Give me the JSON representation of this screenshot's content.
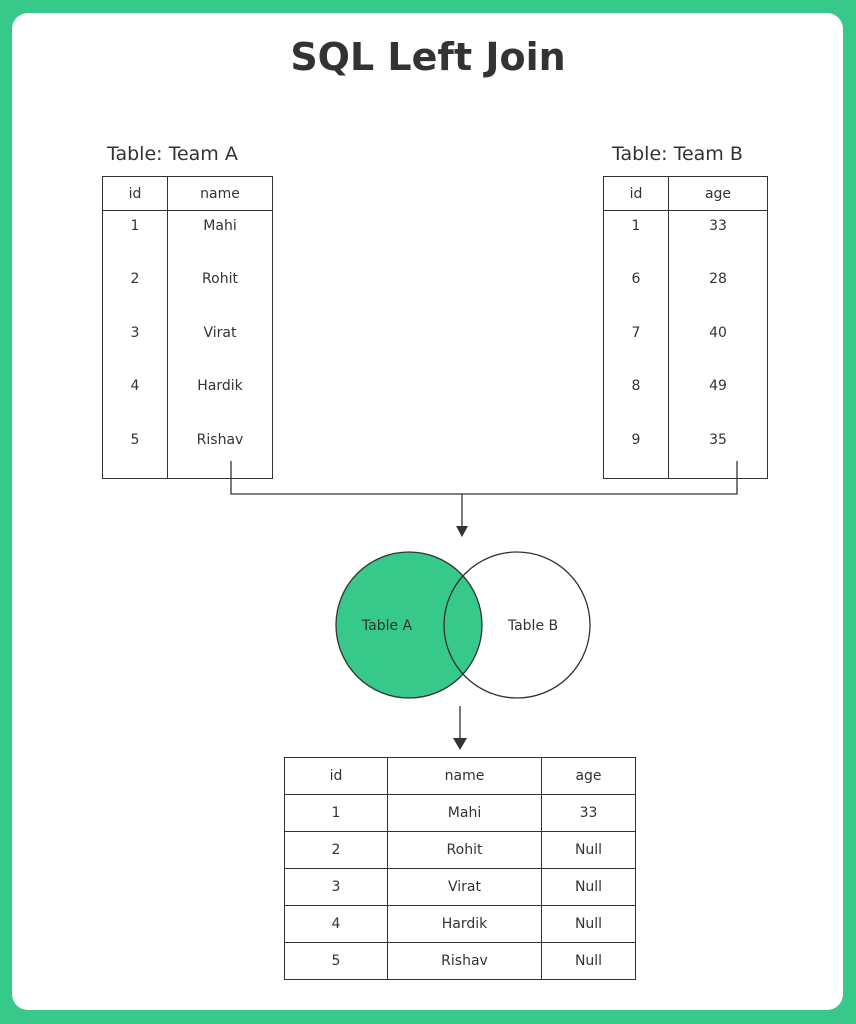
{
  "title": "SQL Left Join",
  "team_a": {
    "caption": "Table: Team A",
    "headers": [
      "id",
      "name"
    ],
    "rows": [
      [
        "1",
        "Mahi"
      ],
      [
        "2",
        "Rohit"
      ],
      [
        "3",
        "Virat"
      ],
      [
        "4",
        "Hardik"
      ],
      [
        "5",
        "Rishav"
      ]
    ]
  },
  "team_b": {
    "caption": "Table: Team B",
    "headers": [
      "id",
      "age"
    ],
    "rows": [
      [
        "1",
        "33"
      ],
      [
        "6",
        "28"
      ],
      [
        "7",
        "40"
      ],
      [
        "8",
        "49"
      ],
      [
        "9",
        "35"
      ]
    ]
  },
  "venn": {
    "left_label": "Table A",
    "right_label": "Table B",
    "highlight_color": "#36c98a"
  },
  "result": {
    "headers": [
      "id",
      "name",
      "age"
    ],
    "rows": [
      [
        "1",
        "Mahi",
        "33"
      ],
      [
        "2",
        "Rohit",
        "Null"
      ],
      [
        "3",
        "Virat",
        "Null"
      ],
      [
        "4",
        "Hardik",
        "Null"
      ],
      [
        "5",
        "Rishav",
        "Null"
      ]
    ]
  }
}
